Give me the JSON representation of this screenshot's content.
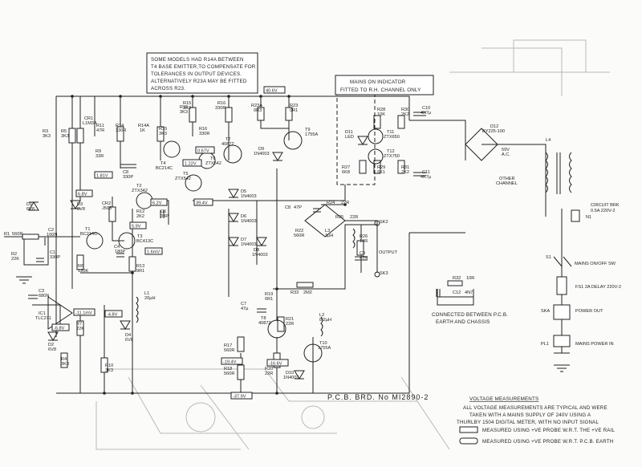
{
  "notes": {
    "r14a_lines": [
      "SOME MODELS HAD R14A BETWEEN",
      "T4 BASE EMITTER,TO COMPENSATE FOR",
      "TOLERANCES IN OUTPUT DEVICES.",
      "ALTERNATIVELY R23A MAY BE FITTED",
      "ACROSS R23."
    ],
    "mains_indicator_lines": [
      "MAINS ON INDICATOR",
      "FITTED TO R.H. CHANNEL ONLY"
    ],
    "earth_lines": [
      "CONNECTED BETWEEN P.C.B.",
      "EARTH AND CHASSIS"
    ],
    "pcb_board": "P.C.B. BRD. No MI2890-2",
    "voltage_title": "VOLTAGE MEASUREMENTS",
    "voltage_lines": [
      "ALL VOLTAGE MEASUREMENTS ARE TYPICAL AND WERE",
      "TAKEN WITH A MAINS SUPPLY OF 240V USING A",
      "THURLBY 1504 DIGITAL METER, WITH NO INPUT SIGNAL"
    ],
    "legend_positive": "MEASURED USING +VE PROBE W.R.T. THE +VE RAIL",
    "legend_earth": "MEASURED USING +VE PROBE W.R.T. P.C.B. EARTH"
  },
  "voltages": [
    {
      "id": "v40",
      "text": "40.6V"
    },
    {
      "id": "v18",
      "text": "1.81V"
    },
    {
      "id": "v067",
      "text": "0.67V"
    },
    {
      "id": "v122",
      "text": "1.22V"
    },
    {
      "id": "v39",
      "text": "39.4V"
    },
    {
      "id": "v68",
      "text": "6.8V"
    },
    {
      "id": "v62",
      "text": "6.2V"
    },
    {
      "id": "v59",
      "text": "5.9V"
    },
    {
      "id": "v16m",
      "text": "1.6mV"
    },
    {
      "id": "v111",
      "text": "-11.1mV"
    },
    {
      "id": "v48",
      "text": "-4.8V"
    },
    {
      "id": "v68n",
      "text": "-6.8V"
    },
    {
      "id": "v19",
      "text": "-19.4V"
    },
    {
      "id": "v16n",
      "text": "-16.6V"
    },
    {
      "id": "v379",
      "text": "-37.9V"
    }
  ],
  "labels": [
    {
      "t": "R3"
    },
    {
      "t": "3K3"
    },
    {
      "t": "R5"
    },
    {
      "t": "3K3"
    },
    {
      "t": "CR1"
    },
    {
      "t": "L1M3A"
    },
    {
      "t": "R9"
    },
    {
      "t": "33R"
    },
    {
      "t": "C8"
    },
    {
      "t": "330P"
    },
    {
      "t": "R11"
    },
    {
      "t": "47R"
    },
    {
      "t": "R14"
    },
    {
      "t": "330R"
    },
    {
      "t": "R14A"
    },
    {
      "t": "1K"
    },
    {
      "t": "R15"
    },
    {
      "t": "3K3"
    },
    {
      "t": "T4"
    },
    {
      "t": "BC214C"
    },
    {
      "t": "R15"
    },
    {
      "t": "3K3"
    },
    {
      "t": "R16"
    },
    {
      "t": "330R"
    },
    {
      "t": "T6"
    },
    {
      "t": "ZTX542"
    },
    {
      "t": "T5"
    },
    {
      "t": "ZTX542"
    },
    {
      "t": "T7"
    },
    {
      "t": "40872"
    },
    {
      "t": "R15"
    },
    {
      "t": "3K3"
    },
    {
      "t": "R16"
    },
    {
      "t": "330R"
    },
    {
      "t": "R23A"
    },
    {
      "t": "0R3"
    },
    {
      "t": "R23"
    },
    {
      "t": "0R1"
    },
    {
      "t": "T9"
    },
    {
      "t": "1755A"
    },
    {
      "t": "D9"
    },
    {
      "t": "1N4003"
    },
    {
      "t": "T2"
    },
    {
      "t": "ZTX342"
    },
    {
      "t": "C6"
    },
    {
      "t": "33P"
    },
    {
      "t": "CR2"
    },
    {
      "t": "J503"
    },
    {
      "t": "R12"
    },
    {
      "t": "2K2"
    },
    {
      "t": "D5"
    },
    {
      "t": "1N4003"
    },
    {
      "t": "D6"
    },
    {
      "t": "1N4003"
    },
    {
      "t": "D7"
    },
    {
      "t": "1N4003"
    },
    {
      "t": "D8"
    },
    {
      "t": "1N4003"
    },
    {
      "t": "C8"
    },
    {
      "t": "47P"
    },
    {
      "t": "R24"
    },
    {
      "t": "22R"
    },
    {
      "t": "R25"
    },
    {
      "t": "22R"
    },
    {
      "t": "R22"
    },
    {
      "t": "560R"
    },
    {
      "t": "L3"
    },
    {
      "t": "1µH"
    },
    {
      "t": "SK2"
    },
    {
      "t": "R26"
    },
    {
      "t": "10R"
    },
    {
      "t": "C9"
    },
    {
      "t": "47N"
    },
    {
      "t": "OUTPUT"
    },
    {
      "t": "SK3"
    },
    {
      "t": "D1"
    },
    {
      "t": "6V8"
    },
    {
      "t": "D3"
    },
    {
      "t": "6V8"
    },
    {
      "t": "R1"
    },
    {
      "t": "560R"
    },
    {
      "t": "C2"
    },
    {
      "t": "100N"
    },
    {
      "t": "R2"
    },
    {
      "t": "22K"
    },
    {
      "t": "C1"
    },
    {
      "t": "330P"
    },
    {
      "t": "T1"
    },
    {
      "t": "BC214C"
    },
    {
      "t": "C4"
    },
    {
      "t": "180P"
    },
    {
      "t": "T3"
    },
    {
      "t": "BC413C"
    },
    {
      "t": "R6"
    },
    {
      "t": "120K"
    },
    {
      "t": "R13"
    },
    {
      "t": "9R1"
    },
    {
      "t": "C3"
    },
    {
      "t": "680N"
    },
    {
      "t": "IC1"
    },
    {
      "t": "TLC271"
    },
    {
      "t": "R7"
    },
    {
      "t": "22K"
    },
    {
      "t": "D4"
    },
    {
      "t": "6V8"
    },
    {
      "t": "D2"
    },
    {
      "t": "6V8"
    },
    {
      "t": "R4"
    },
    {
      "t": "3K3"
    },
    {
      "t": "R10"
    },
    {
      "t": "3K3"
    },
    {
      "t": "L1"
    },
    {
      "t": "20µH"
    },
    {
      "t": "R19"
    },
    {
      "t": "0R1"
    },
    {
      "t": "C7"
    },
    {
      "t": "47µ"
    },
    {
      "t": "T8"
    },
    {
      "t": "40872"
    },
    {
      "t": "R21"
    },
    {
      "t": "22R"
    },
    {
      "t": "L2"
    },
    {
      "t": "8.2µH"
    },
    {
      "t": "T10"
    },
    {
      "t": "1755A"
    },
    {
      "t": "R17"
    },
    {
      "t": "560R"
    },
    {
      "t": "R18"
    },
    {
      "t": "560R"
    },
    {
      "t": "R20"
    },
    {
      "t": "22R"
    },
    {
      "t": "D10"
    },
    {
      "t": "1N4007"
    },
    {
      "t": "R33"
    },
    {
      "t": "2M2"
    },
    {
      "t": "R32"
    },
    {
      "t": "10R"
    },
    {
      "t": "C12"
    },
    {
      "t": "4N7"
    },
    {
      "t": "D11"
    },
    {
      "t": "LED"
    },
    {
      "t": "R27"
    },
    {
      "t": "6K8"
    },
    {
      "t": "R28"
    },
    {
      "t": "10K"
    },
    {
      "t": "R30"
    },
    {
      "t": "2K2"
    },
    {
      "t": "C10"
    },
    {
      "t": "4K7µ"
    },
    {
      "t": "T11"
    },
    {
      "t": "ZTX650"
    },
    {
      "t": "T12"
    },
    {
      "t": "ZTX750"
    },
    {
      "t": "R29"
    },
    {
      "t": "9K1"
    },
    {
      "t": "R31"
    },
    {
      "t": "2K2"
    },
    {
      "t": "C11"
    },
    {
      "t": "4K7µ"
    },
    {
      "t": "D12"
    },
    {
      "t": "BY225-100"
    },
    {
      "t": "59V"
    },
    {
      "t": "A.C."
    },
    {
      "t": "OTHER"
    },
    {
      "t": "CHANNEL"
    },
    {
      "t": "L4"
    },
    {
      "t": "CIRCUIT BRK"
    },
    {
      "t": "0.5A 220V-2"
    },
    {
      "t": "N1"
    },
    {
      "t": "S1"
    },
    {
      "t": "MAINS ON/OFF SW"
    },
    {
      "t": "FS1 2A DELAY 220V-2"
    },
    {
      "t": "SKA"
    },
    {
      "t": "POWER OUT"
    },
    {
      "t": "PL1"
    },
    {
      "t": "MAINS POWER IN"
    }
  ]
}
